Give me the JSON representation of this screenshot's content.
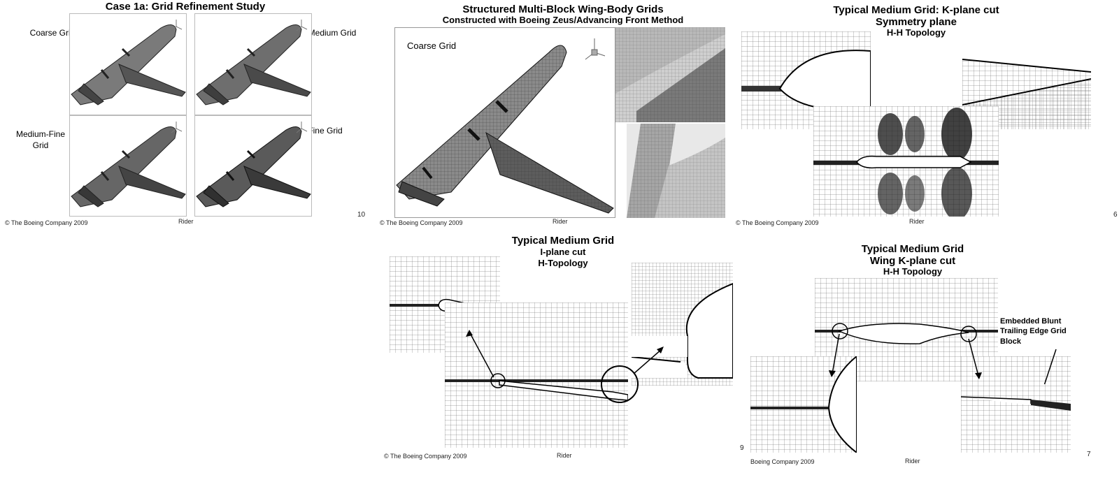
{
  "slides": {
    "refinement": {
      "title": "Case 1a: Grid Refinement Study",
      "labels": [
        "Coarse Grid",
        "Medium Grid",
        "Medium-Fine Grid",
        "Fine Grid"
      ],
      "copyright": "© The Boeing Company 2009",
      "author": "Rider",
      "page_number": "10"
    },
    "multiblock": {
      "title": "Structured Multi-Block Wing-Body Grids",
      "subtitle": "Constructed with Boeing Zeus/Advancing Front Method",
      "inset_label": "Coarse Grid",
      "copyright": "© The Boeing Company 2009",
      "author": "Rider"
    },
    "kplane": {
      "title": "Typical Medium Grid: K-plane cut",
      "subtitle": "Symmetry plane",
      "topology": "H-H Topology",
      "copyright": "© The Boeing Company 2009",
      "author": "Rider",
      "page_number": "6"
    },
    "iplane": {
      "title": "Typical Medium Grid",
      "subtitle": "I-plane cut",
      "topology": "H-Topology",
      "copyright": "© The Boeing Company 2009",
      "author": "Rider"
    },
    "wingk": {
      "title": "Typical Medium Grid",
      "subtitle": "Wing K-plane cut",
      "topology": "H-H Topology",
      "annotation": "Embedded Blunt Trailing Edge Grid Block",
      "copyright": "Boeing Company 2009",
      "author": "Rider",
      "page_number_left": "9",
      "page_number_right": "7"
    }
  },
  "colors": {
    "mesh_line": "#555555",
    "body_shade": "#777777",
    "dark": "#222222"
  },
  "icons": [
    "axis-triad-icon",
    "zoom-circle-icon",
    "arrow-icon"
  ]
}
